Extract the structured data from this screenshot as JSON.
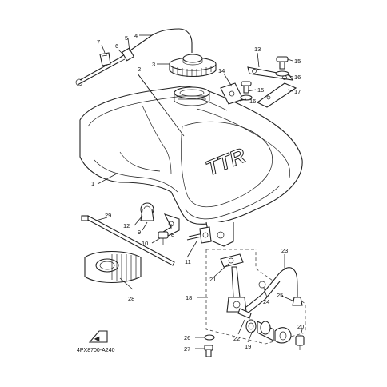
{
  "diagram": {
    "code": "4PX8700-A240",
    "decal_text": "TTR",
    "colors": {
      "line": "#222222",
      "background": "#ffffff",
      "shade": "#d8d8d8"
    },
    "callouts": {
      "c1": "1",
      "c2": "2",
      "c3": "3",
      "c4": "4",
      "c5": "5",
      "c6": "6",
      "c7": "7",
      "c8": "8",
      "c9": "9",
      "c10": "10",
      "c11": "11",
      "c12": "12",
      "c13": "13",
      "c14": "14",
      "c15a": "15",
      "c15b": "15",
      "c16a": "16",
      "c16b": "16",
      "c17": "17",
      "c18": "18",
      "c19": "19",
      "c20": "20",
      "c21": "21",
      "c22": "22",
      "c23": "23",
      "c24": "24",
      "c25": "25",
      "c26": "26",
      "c27": "27",
      "c28": "28",
      "c29": "29"
    }
  }
}
